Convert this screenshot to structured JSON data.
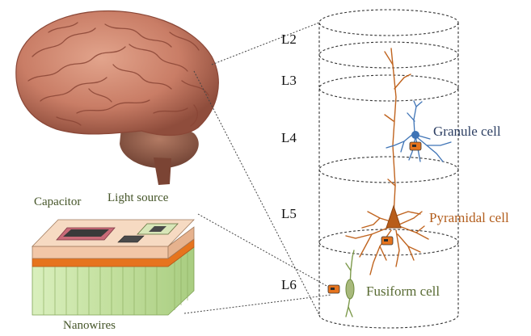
{
  "colors": {
    "granule": "#3f74b6",
    "granule_text": "#2d3f63",
    "pyramidal": "#c0641f",
    "pyramidal_text": "#b25d1c",
    "fusiform": "#7d9a4c",
    "fusiform_text": "#586a32",
    "capacitor_text": "#46562a",
    "light_text": "#46562a",
    "nanowire_text": "#46562a",
    "nanowire_fill": "#c8e3a6",
    "device_top": "#f2c7a8",
    "device_band": "#e6741e",
    "brain": "#c97d66"
  },
  "layers": [
    "L2",
    "L3",
    "L4",
    "L5",
    "L6"
  ],
  "cells": {
    "granule": "Granule cell",
    "pyramidal": "Pyramidal cell",
    "fusiform": "Fusiform cell"
  },
  "device": {
    "capacitor": "Capacitor",
    "light_source": "Light source",
    "nanowires": "Nanowires"
  },
  "icons": [
    "brain-illustration",
    "neural-implant-device"
  ]
}
